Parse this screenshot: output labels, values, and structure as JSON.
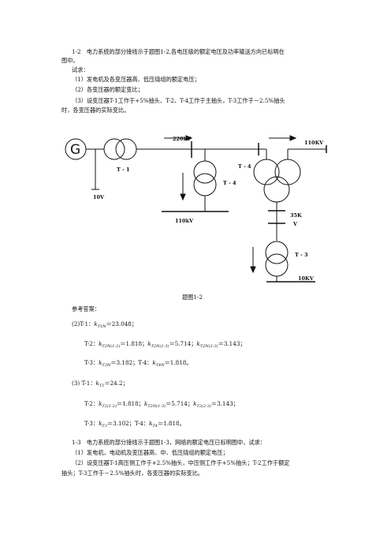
{
  "problem12": {
    "intro_line1": "1-2　电力系统的部分接线示于题图1-2,各电压级的额定电压及功率输送方向已标明在",
    "intro_line2": "图中。",
    "ask": "试求：",
    "q1": "（1）发电机及各变压器高、低压绕组的额定电压；",
    "q2": "（2）各变压器的额定变比；",
    "q3_line1": "（3）设变压器T-1工作于+5%抽头、T-2、T-4工作于主抽头，T-3工作于－2.5%抽头",
    "q3_line2": "时，各变压器的实际变比。"
  },
  "diagram": {
    "generator_symbol": "G",
    "labels": {
      "t1": "T - 1",
      "v10": "10V",
      "v220": "220kV",
      "t4_left": "T - 4",
      "v110_bottom": "110kV",
      "t4_right": "T - 4",
      "v110_right": "110KV",
      "v35_line1": "35K",
      "v35_line2": "V",
      "t3": "T - 3",
      "v10kv": "10KV"
    },
    "caption": "题图1-2"
  },
  "answers": {
    "title": "参考答案：",
    "p2": {
      "t1_prefix": "(2)T-1：",
      "t1_sym": "k",
      "t1_sub": "T1N",
      "t1_val": "＝23.048；",
      "t2_prefix": "T-2：",
      "t2_a_sub": "T2N(1-2)",
      "t2_a_val": "＝1.818；",
      "t2_b_sub": "T2N(1-3)",
      "t2_b_val": "＝5.714；",
      "t2_c_sub": "T2N(2-3)",
      "t2_c_val": "＝3.143；",
      "t3_prefix": "T-3：",
      "t3_sub": "T3N",
      "t3_val": "＝3.182；T-4：",
      "t4_sub": "T4N",
      "t4_val": "＝1.818。"
    },
    "p3": {
      "t1_prefix": "(3) T-1：",
      "t1_sub": "T1",
      "t1_val": "＝24.2；",
      "t2_prefix": "T-2：",
      "t2_a_sub": "T2(1-2)",
      "t2_a_val": "＝1.818；",
      "t2_b_sub": "T2N(1-3)",
      "t2_b_val": "＝5.714；",
      "t2_c_sub": "T2(2-3)",
      "t2_c_val": "＝3.143；",
      "t3_prefix": "T-3：",
      "t3_sub": "T3",
      "t3_val": "＝3.102；T-4：",
      "t4_sub": "T4",
      "t4_val": "＝1.818。"
    }
  },
  "problem13": {
    "intro": "1-3　电力系统的部分接线示于题图1-3，网络的额定电压已标明图中，试求：",
    "q1": "（1）发电机，电动机及变压器高、中、低压绕组的额定电压；",
    "q2_line1": "（2）设变压器T-1高压侧工作于+2.5%抽头，中压侧工作于+5%抽头；T-2工作于额定",
    "q2_line2": "抽头；T-3工作于－2.5%抽头时，各变压器的实际变比。"
  }
}
